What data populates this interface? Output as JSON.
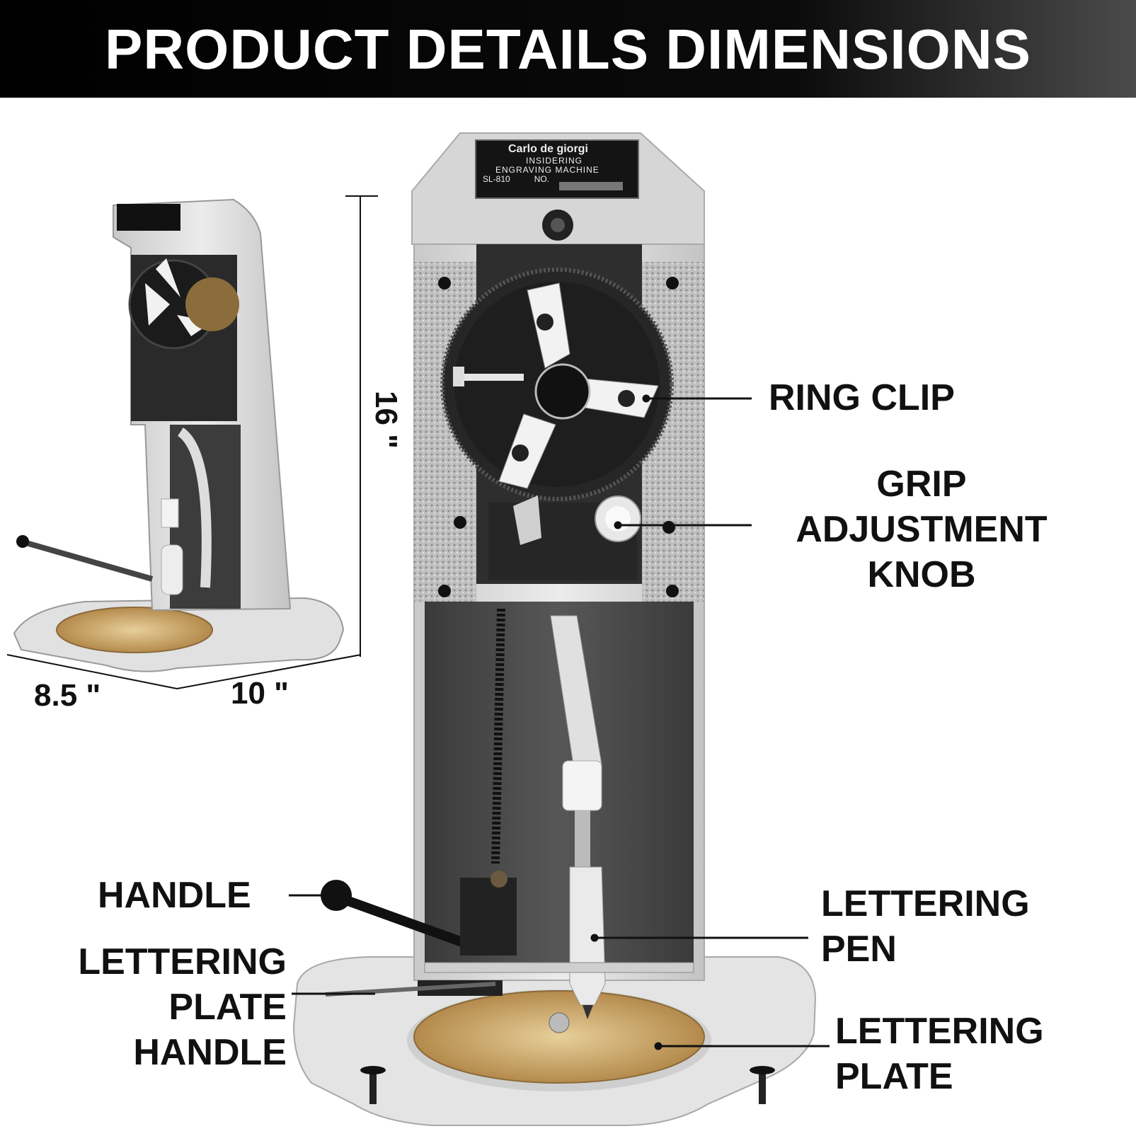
{
  "header": {
    "title": "PRODUCT DETAILS DIMENSIONS"
  },
  "dimensions": {
    "depth": "8.5 \"",
    "width": "10 \"",
    "height": "16 \""
  },
  "nameplate": {
    "brand": "Carlo de giorgi",
    "line1": "INSIDERING",
    "line2": "ENGRAVING MACHINE",
    "model": "SL-810",
    "number_label": "NO."
  },
  "callouts": {
    "ring_clip": "RING CLIP",
    "grip_adjustment_knob": [
      "GRIP",
      "ADJUSTMENT",
      "KNOB"
    ],
    "handle": "HANDLE",
    "lettering_plate_handle": [
      "LETTERING",
      "PLATE",
      "HANDLE"
    ],
    "lettering_pen": [
      "LETTERING",
      "PEN"
    ],
    "lettering_plate": [
      "LETTERING",
      "PLATE"
    ]
  },
  "colors": {
    "header_bg": "#000000",
    "body_metal": "#dcdcdc",
    "dark_frame": "#2f2f2f",
    "brass_plate": "#c8a46a"
  }
}
